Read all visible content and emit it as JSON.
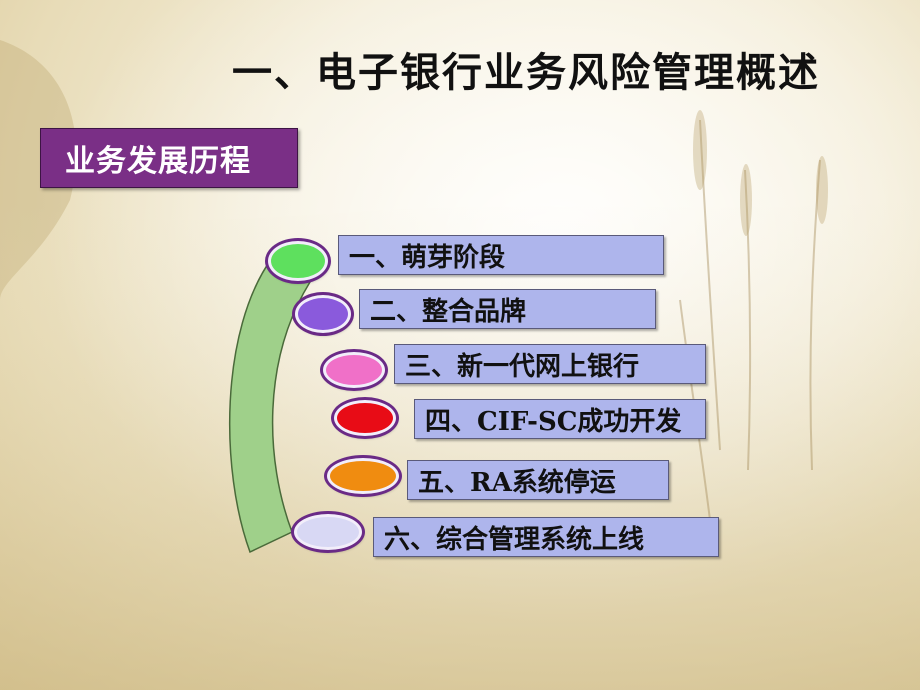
{
  "slide": {
    "title": "一、电子银行业务风险管理概述",
    "section_label": "业务发展历程"
  },
  "stages": [
    {
      "label": "一、萌芽阶段",
      "color": "#5ee05e"
    },
    {
      "label": "二、整合品牌",
      "color": "#8a5adc"
    },
    {
      "label": "三、新一代网上银行",
      "color": "#f070c8"
    },
    {
      "label": "四、CIF-SC成功开发",
      "color": "#e80c16"
    },
    {
      "label": "五、RA系统停运",
      "color": "#f08c10"
    },
    {
      "label": "六、综合管理系统上线",
      "color": "#d8d8f4"
    }
  ],
  "colors": {
    "arc_fill": "#9fd08a",
    "section_box": "#7a2f86",
    "stage_box": "#aeb5ec"
  }
}
